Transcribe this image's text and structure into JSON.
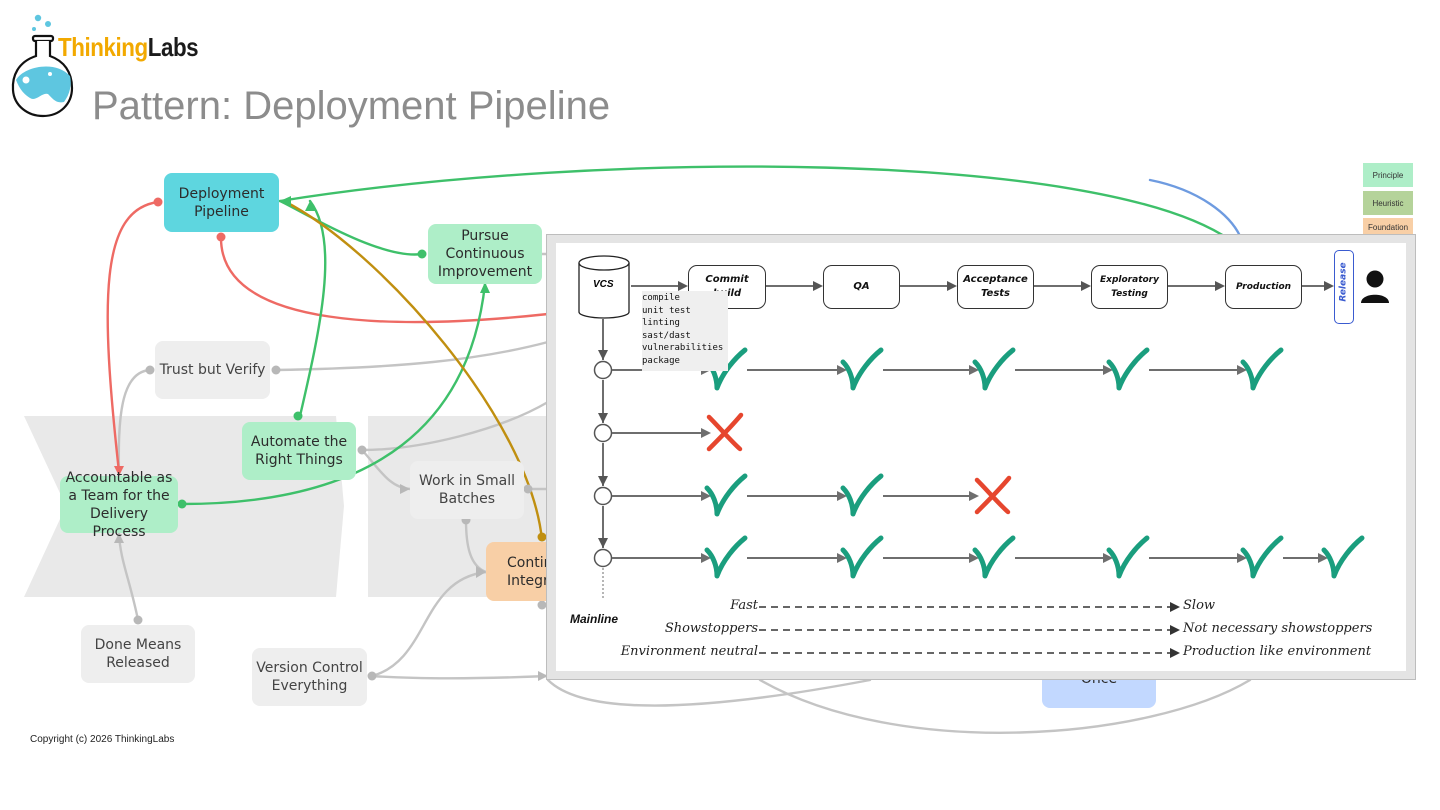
{
  "brand": {
    "name_part1": "Thinking",
    "name_part2": "Labs"
  },
  "page_title": "Pattern: Deployment Pipeline",
  "copyright": "Copyright (c) 2026 ThinkingLabs",
  "legend": [
    {
      "label": "Principle",
      "color": "#aeeec8"
    },
    {
      "label": "Heuristic",
      "color": "#b5d39a"
    },
    {
      "label": "Foundation",
      "color": "#f8cfa6"
    }
  ],
  "nodes": {
    "deployment_pipeline": "Deployment Pipeline",
    "pursue_ci": "Pursue Continuous Improvement",
    "trust_but_verify": "Trust but Verify",
    "automate": "Automate the Right Things",
    "accountable": "Accountable as a Team for the Delivery Process",
    "work_small": "Work in Small Batches",
    "contin": "Contin\nIntegr",
    "done_means": "Done Means Released",
    "version_control": "Version Control Everything",
    "build_once": "Build Only Once"
  },
  "pipeline": {
    "vcs": "VCS",
    "stages": [
      "Commit build",
      "QA",
      "Acceptance Tests",
      "Exploratory Testing",
      "Production"
    ],
    "release": "Release",
    "commit_steps": [
      "compile",
      "unit test",
      "linting",
      "sast/dast",
      "vulnerabilities",
      "package"
    ],
    "runs": [
      [
        "pass",
        "pass",
        "pass",
        "pass",
        "pass"
      ],
      [
        "fail"
      ],
      [
        "pass",
        "pass",
        "fail"
      ],
      [
        "pass",
        "pass",
        "pass",
        "pass",
        "pass",
        "pass"
      ]
    ],
    "mainline": "Mainline",
    "spectrum": [
      {
        "left": "Fast",
        "right": "Slow"
      },
      {
        "left": "Showstoppers",
        "right": "Not necessary showstoppers"
      },
      {
        "left": "Environment neutral",
        "right": "Production like environment"
      }
    ],
    "colors": {
      "pass": "#1a9e7e",
      "fail": "#e6462e",
      "arrow": "#6e6e6e"
    }
  }
}
